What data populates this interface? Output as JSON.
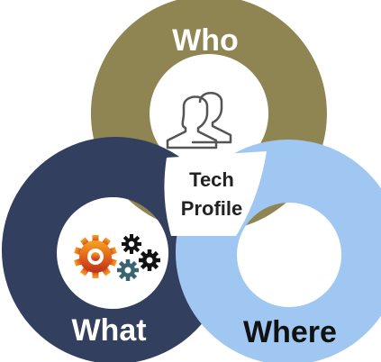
{
  "diagram": {
    "center_label_line1": "Tech",
    "center_label_line2": "Profile",
    "rings": [
      {
        "key": "who",
        "label": "Who",
        "color": "#8f8552",
        "label_color": "#ffffff",
        "icon": "users-icon"
      },
      {
        "key": "what",
        "label": "What",
        "color": "#333f5f",
        "label_color": "#ffffff",
        "icon": "gears-icon"
      },
      {
        "key": "where",
        "label": "Where",
        "color": "#9fc7f1",
        "label_color": "#111111",
        "icon": ""
      }
    ]
  }
}
